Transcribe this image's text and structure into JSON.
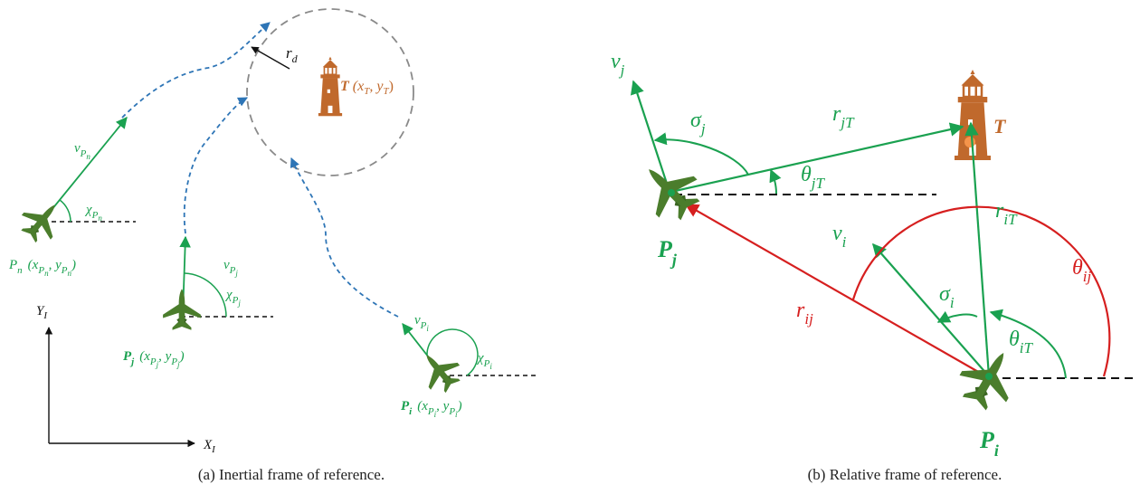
{
  "panel_a": {
    "caption": "(a) Inertial frame of reference.",
    "target": {
      "T": "T",
      "coords": "(x",
      "sub_x": "T",
      "sep": ", y",
      "sub_y": "T",
      "close": ")"
    },
    "radius": {
      "base": "r",
      "sub": "d"
    },
    "axes": {
      "y": "Y",
      "y_sub": "I",
      "x": "X",
      "x_sub": "I"
    },
    "pursuers": {
      "n": {
        "name": "P",
        "name_sub": "n",
        "v": "v",
        "v_sub": "P",
        "v_subsub": "n",
        "chi": "χ",
        "chi_sub": "P",
        "chi_subsub": "n",
        "coords_open": "(x",
        "coords_mid": ", y",
        "coords_close": ")"
      },
      "j": {
        "name": "P",
        "name_sub": "j",
        "v": "v",
        "v_sub": "P",
        "v_subsub": "j",
        "chi": "χ",
        "chi_sub": "P",
        "chi_subsub": "j",
        "coords_open": "(x",
        "coords_mid": ", y",
        "coords_close": ")"
      },
      "i": {
        "name": "P",
        "name_sub": "i",
        "v": "v",
        "v_sub": "P",
        "v_subsub": "i",
        "chi": "χ",
        "chi_sub": "P",
        "chi_subsub": "i",
        "coords_open": "(x",
        "coords_mid": ", y",
        "coords_close": ")"
      }
    }
  },
  "panel_b": {
    "caption": "(b) Relative frame of reference.",
    "labels": {
      "vj": {
        "base": "v",
        "sub": "j"
      },
      "sigma_j": {
        "base": "σ",
        "sub": "j"
      },
      "r_jT": {
        "base": "r",
        "sub": "jT"
      },
      "T": "T",
      "theta_jT": {
        "base": "θ",
        "sub": "jT"
      },
      "Pj": {
        "base": "P",
        "sub": "j"
      },
      "r_iT": {
        "base": "r",
        "sub": "iT"
      },
      "vi": {
        "base": "v",
        "sub": "i"
      },
      "theta_ij": {
        "base": "θ",
        "sub": "ij"
      },
      "r_ij": {
        "base": "r",
        "sub": "ij"
      },
      "sigma_i": {
        "base": "σ",
        "sub": "i"
      },
      "theta_iT": {
        "base": "θ",
        "sub": "iT"
      },
      "Pi": {
        "base": "P",
        "sub": "i"
      }
    }
  },
  "colors": {
    "green": "#1aa150",
    "red": "#d61f1f",
    "blue_dash": "#2e75b6",
    "lighthouse": "#c0692c",
    "aircraft": "#4b7d2c",
    "grey_circle": "#8a8a8a"
  },
  "icons": [
    "aircraft-icon",
    "lighthouse-icon"
  ]
}
